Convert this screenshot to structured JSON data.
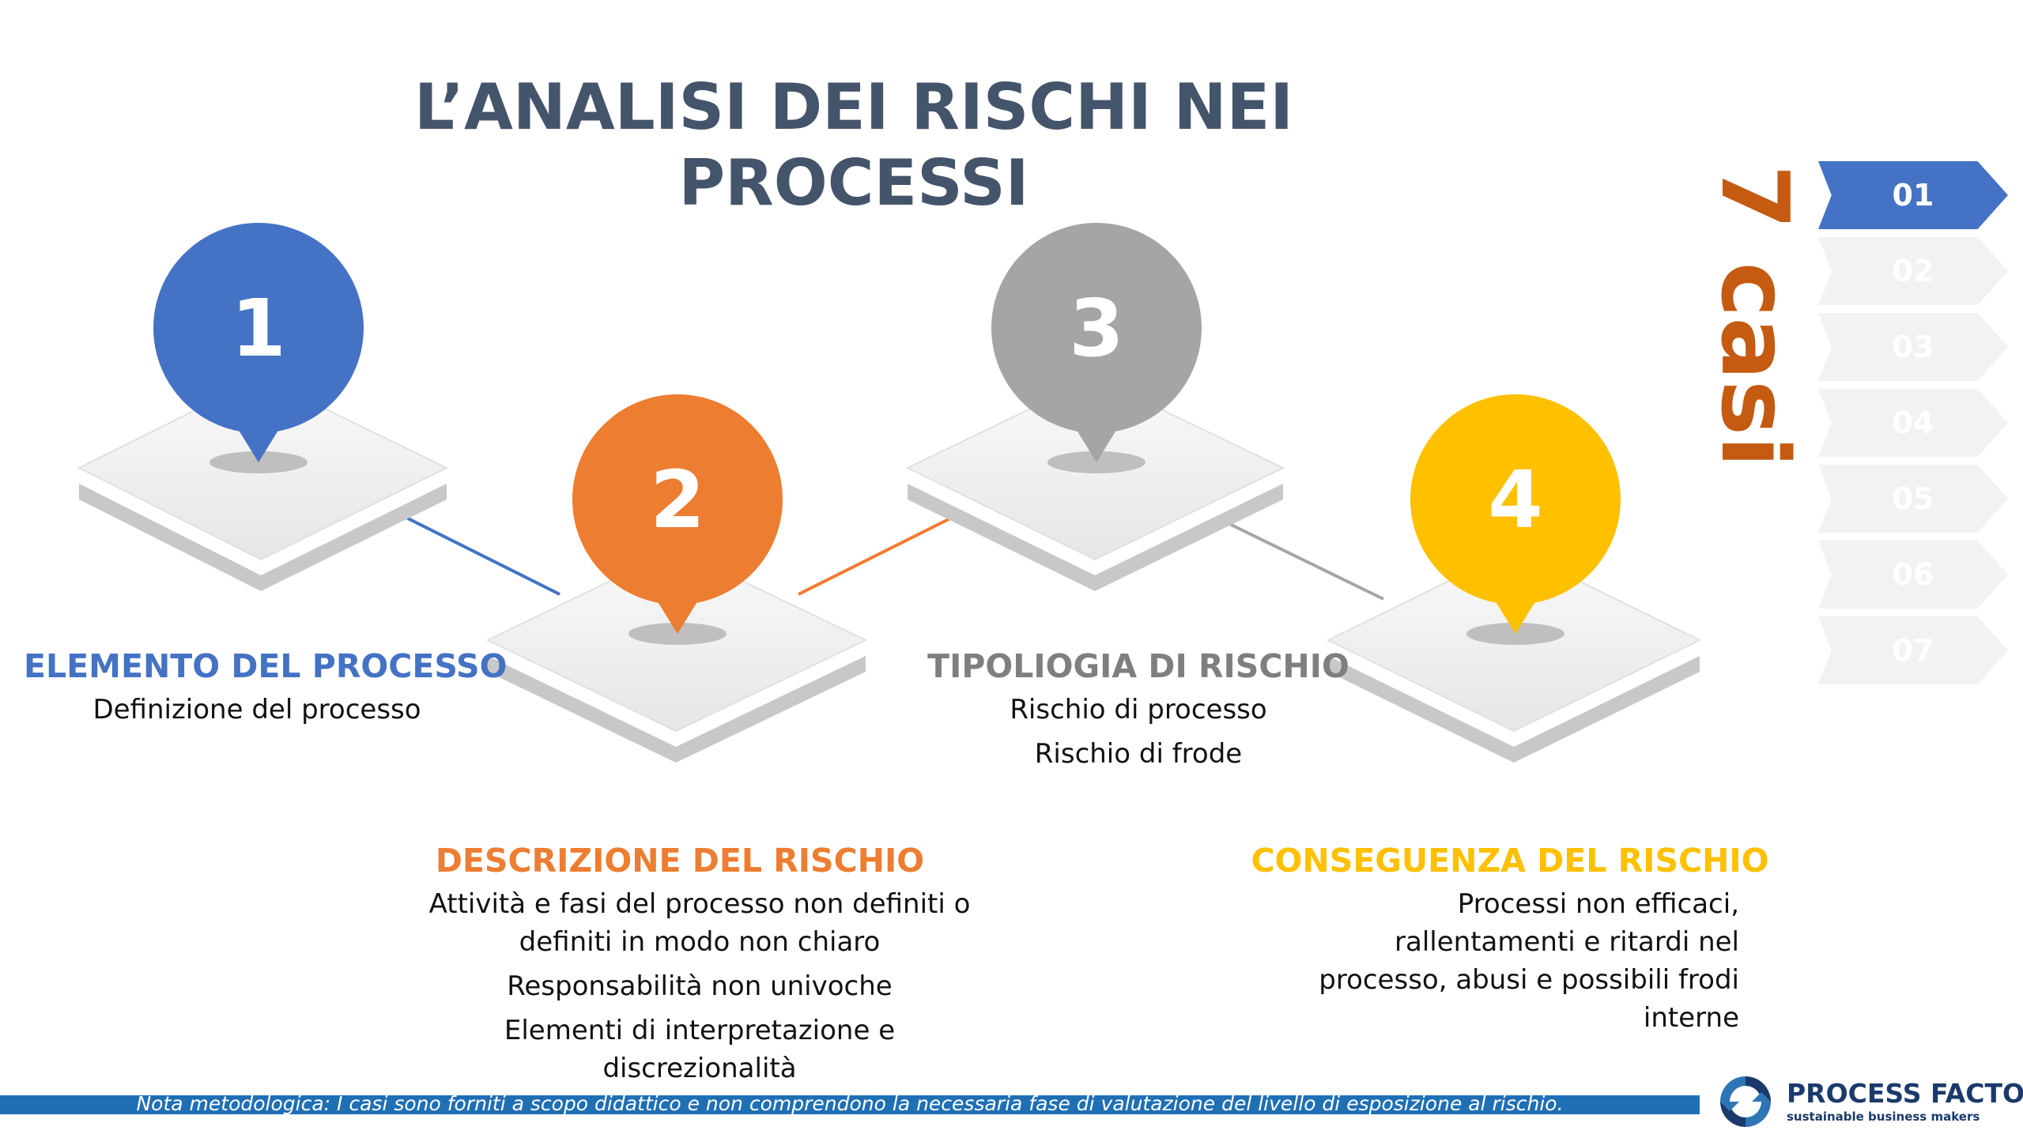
{
  "title_lines": [
    "L’ANALISI DEI RISCHI NEI",
    "PROCESSI"
  ],
  "colors": {
    "step1": "#4472c4",
    "step2": "#ed7d31",
    "step3": "#a5a5a5",
    "step4": "#ffc000",
    "title": "#44546a",
    "casi": "#c55a11"
  },
  "steps": [
    {
      "number": "1",
      "heading": "ELEMENTO DEL PROCESSO",
      "lines": [
        "Definizione del processo"
      ]
    },
    {
      "number": "2",
      "heading": "DESCRIZIONE DEL RISCHIO",
      "lines": [
        "Attività e fasi del processo non definiti o",
        "definiti in modo non chiaro",
        "Responsabilità non univoche",
        "Elementi di interpretazione e",
        "discrezionalità"
      ]
    },
    {
      "number": "3",
      "heading": "TIPOLIOGIA DI RISCHIO",
      "lines": [
        "Rischio di processo",
        "Rischio di frode"
      ]
    },
    {
      "number": "4",
      "heading": "CONSEGUENZA DEL RISCHIO",
      "lines": [
        "Processi non efficaci,",
        "rallentamenti e ritardi nel",
        "processo, abusi e possibili frodi",
        "interne"
      ]
    }
  ],
  "casi_label": "7 casi",
  "cases": [
    {
      "label": "01",
      "active": true
    },
    {
      "label": "02",
      "active": false
    },
    {
      "label": "03",
      "active": false
    },
    {
      "label": "04",
      "active": false
    },
    {
      "label": "05",
      "active": false
    },
    {
      "label": "06",
      "active": false
    },
    {
      "label": "07",
      "active": false
    }
  ],
  "footer_note": "Nota metodologica: I casi sono forniti a scopo didattico e non comprendono la necessaria fase di valutazione del livello di esposizione al rischio.",
  "brand": {
    "name": "PROCESS FACTORY",
    "tagline": "sustainable business makers",
    "icon": "process-factory-logo-icon"
  }
}
